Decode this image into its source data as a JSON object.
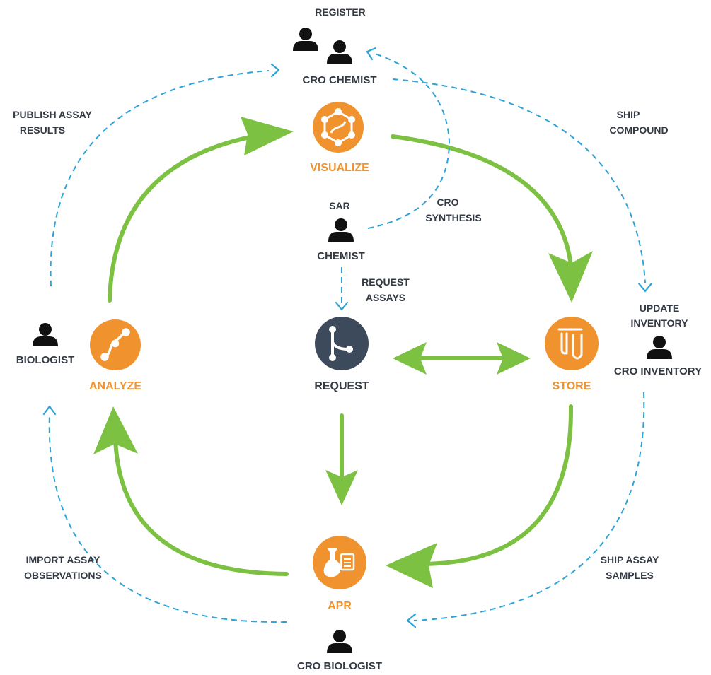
{
  "colors": {
    "green": "#7dc142",
    "blue_dashed": "#2fa3d8",
    "orange": "#f0922e",
    "request_dark": "#3c4a5c",
    "text_dark": "#333a44",
    "person": "#111111"
  },
  "nodes": {
    "visualize": {
      "label": "VISUALIZE",
      "icon": "molecule-network-icon",
      "color": "#f0922e"
    },
    "analyze": {
      "label": "ANALYZE",
      "icon": "curve-analysis-icon",
      "color": "#f0922e"
    },
    "request": {
      "label": "REQUEST",
      "icon": "branch-flow-icon",
      "color": "#3c4a5c"
    },
    "store": {
      "label": "STORE",
      "icon": "test-tubes-icon",
      "color": "#f0922e"
    },
    "apr": {
      "label": "APR",
      "icon": "flask-clipboard-icon",
      "color": "#f0922e"
    }
  },
  "people": {
    "cro_chemist": "CRO CHEMIST",
    "sar_chemist_line1": "SAR",
    "sar_chemist_line2": "CHEMIST",
    "biologist": "BIOLOGIST",
    "cro_inventory": "CRO INVENTORY",
    "cro_biologist": "CRO BIOLOGIST"
  },
  "actions": {
    "register": "REGISTER",
    "publish_line1": "PUBLISH ASSAY",
    "publish_line2": "RESULTS",
    "ship_compound_line1": "SHIP",
    "ship_compound_line2": "COMPOUND",
    "cro_synthesis_line1": "CRO",
    "cro_synthesis_line2": "SYNTHESIS",
    "request_assays_line1": "REQUEST",
    "request_assays_line2": "ASSAYS",
    "update_inventory_line1": "UPDATE",
    "update_inventory_line2": "INVENTORY",
    "import_line1": "IMPORT ASSAY",
    "import_line2": "OBSERVATIONS",
    "ship_samples_line1": "SHIP ASSAY",
    "ship_samples_line2": "SAMPLES"
  }
}
